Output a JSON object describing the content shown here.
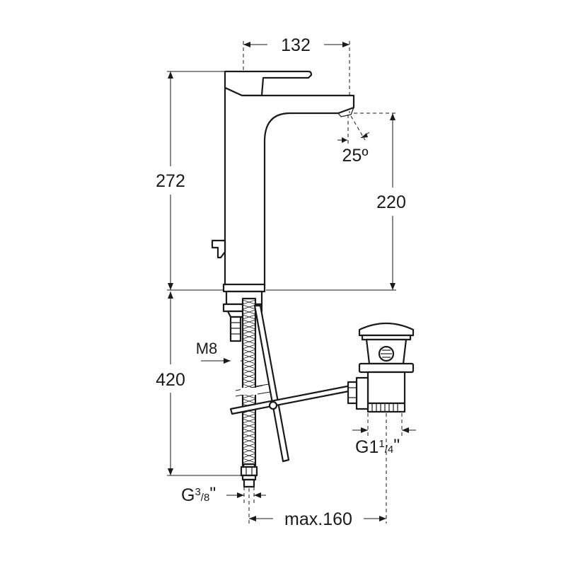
{
  "dimensions": {
    "width_top": "132",
    "height_total": "272",
    "spout_height": "220",
    "angle": "25º",
    "thread_m8": "M8",
    "below_length": "420",
    "pipe_thread_main": "G",
    "pipe_thread_num": "3",
    "pipe_thread_den": "/8",
    "pipe_thread_quote": "\"",
    "drain_thread_main": "G1",
    "drain_thread_num": "1",
    "drain_thread_den": "/4",
    "drain_thread_quote": "\"",
    "max_distance": "max.160"
  },
  "colors": {
    "line": "#1a1a1a",
    "background": "#ffffff"
  }
}
